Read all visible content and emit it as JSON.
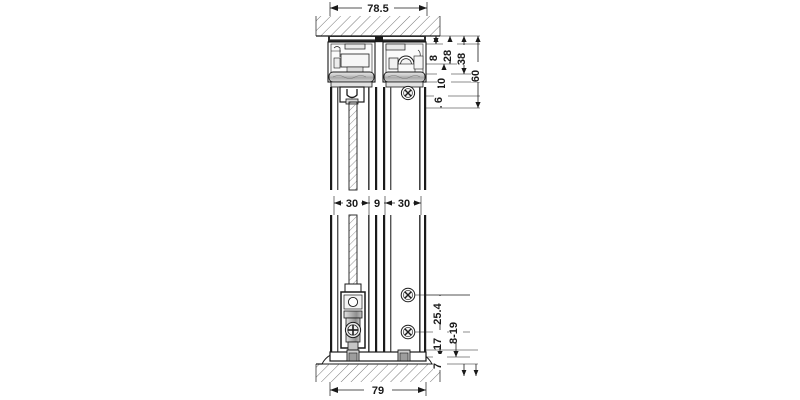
{
  "drawing": {
    "title": "Sliding door system vertical cross-section",
    "type": "technical-section-drawing",
    "units": "mm",
    "background_color": "#ffffff",
    "line_color": "#1a1a1a",
    "hatch_color": "#555555",
    "fill_light": "#f2f2f2",
    "fill_mid": "#d2d2d2",
    "fill_dark": "#9a9a9a",
    "views": [
      {
        "name": "upper-detail-view",
        "description": "Top track and roller carriage assembly mounted to ceiling"
      },
      {
        "name": "lower-detail-view",
        "description": "Bottom floor guide and threshold assembly"
      }
    ]
  },
  "dimensions": {
    "top": {
      "label": "78.5",
      "orientation": "horizontal",
      "position": "top"
    },
    "bottom": {
      "label": "79",
      "orientation": "horizontal",
      "position": "bottom"
    },
    "middle": [
      {
        "label": "30",
        "orientation": "horizontal"
      },
      {
        "label": "9",
        "orientation": "horizontal"
      },
      {
        "label": "30",
        "orientation": "horizontal"
      }
    ],
    "upper_vertical": [
      {
        "label": "8",
        "orientation": "vertical"
      },
      {
        "label": "28",
        "orientation": "vertical"
      },
      {
        "label": "38",
        "orientation": "vertical"
      },
      {
        "label": "60",
        "orientation": "vertical"
      },
      {
        "label": "10",
        "orientation": "vertical"
      },
      {
        "label": "6",
        "orientation": "vertical"
      }
    ],
    "lower_vertical": [
      {
        "label": "25.4",
        "orientation": "vertical"
      },
      {
        "label": "17",
        "orientation": "vertical"
      },
      {
        "label": "8-19",
        "orientation": "vertical"
      },
      {
        "label": "7",
        "orientation": "vertical"
      }
    ]
  },
  "components": {
    "ceiling": "ceiling-hatch",
    "floor": "floor-hatch",
    "track": "top-track-profile",
    "carriage_left": "roller-carriage-left",
    "carriage_right": "roller-carriage-right",
    "glass_panel": "glass-panel-hatched",
    "floor_guide": "floor-guide-assembly",
    "threshold": "floor-threshold-profile",
    "screws": [
      "phillips-screw-upper",
      "phillips-screw-lower-left",
      "phillips-screw-lower-right-top",
      "phillips-screw-lower-right-bottom"
    ]
  }
}
